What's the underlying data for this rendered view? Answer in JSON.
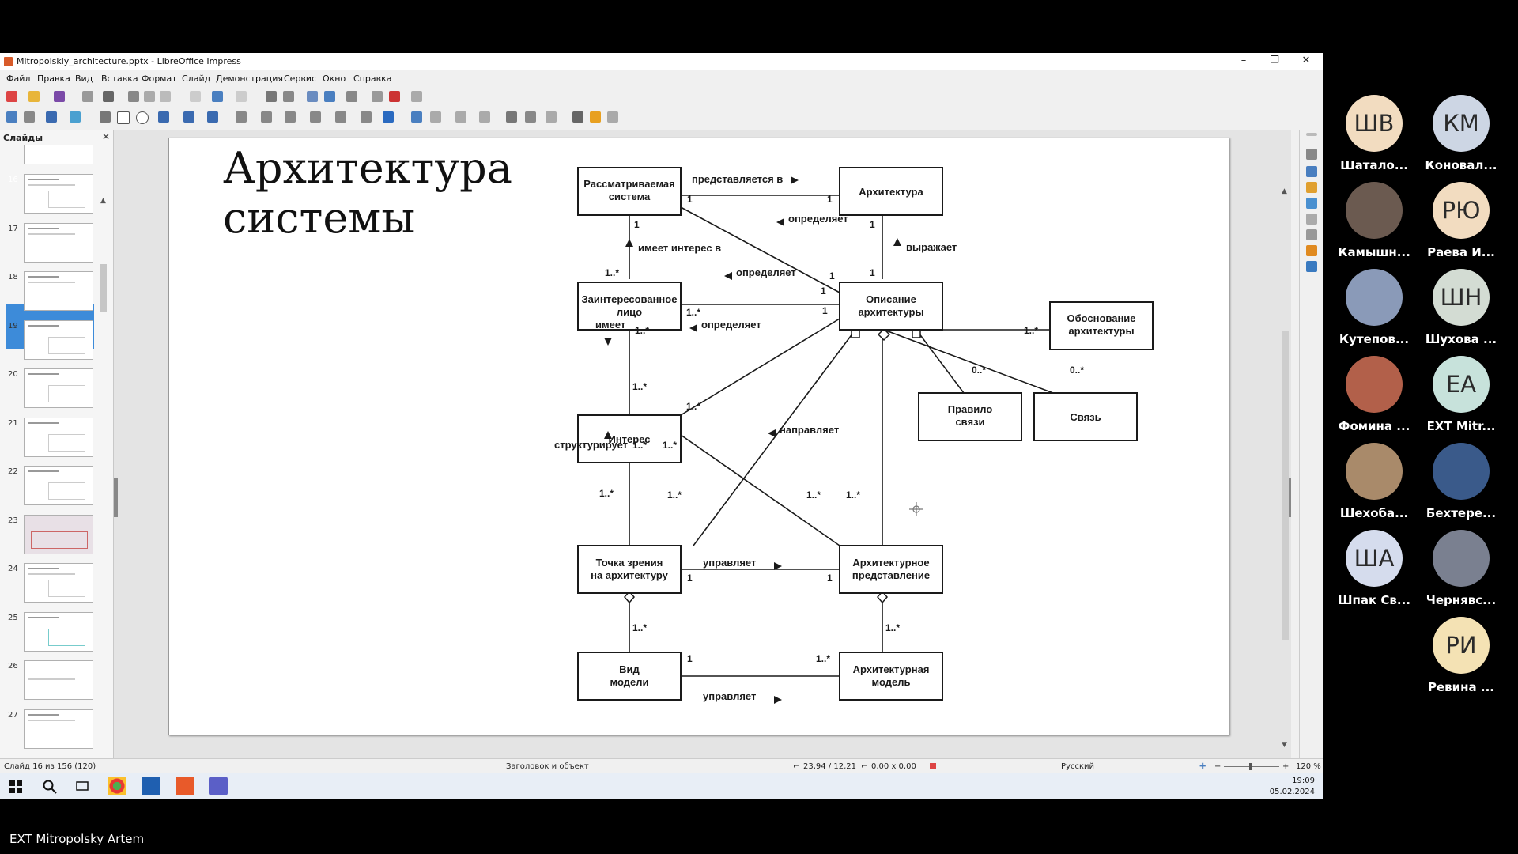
{
  "window": {
    "title": "Mitropolskiy_architecture.pptx - LibreOffice Impress",
    "controls": [
      "–",
      "❐",
      "✕"
    ]
  },
  "menu": [
    "Файл",
    "Правка",
    "Вид",
    "Вставка",
    "Формат",
    "Слайд",
    "Демонстрация",
    "Сервис",
    "Окно",
    "Справка"
  ],
  "slides_panel": {
    "header": "Слайды",
    "close": "✕",
    "numbers": [
      "16",
      "17",
      "18",
      "19",
      "20",
      "21",
      "22",
      "23",
      "24",
      "25",
      "26",
      "27"
    ],
    "selected": "16"
  },
  "slide": {
    "title_line1": "Архитектура",
    "title_line2": "системы"
  },
  "diagram": {
    "boxes": {
      "rs1": "Рассматриваемая",
      "rs2": "система",
      "arch": "Архитектура",
      "zl1": "Заинтересованное",
      "zl2": "лицо",
      "oa1": "Описание",
      "oa2": "архитектуры",
      "ob1": "Обоснование",
      "ob2": "архитектуры",
      "int": "Интерес",
      "ps1": "Правило",
      "ps2": "связи",
      "svyaz": "Связь",
      "tz1": "Точка зрения",
      "tz2": "на архитектуру",
      "ap1": "Архитектурное",
      "ap2": "представление",
      "vm1": "Вид",
      "vm2": "модели",
      "am1": "Архитектурная",
      "am2": "модель"
    },
    "labels": {
      "predstavlyaetsya": "представляется в",
      "opredelyaet": "определяет",
      "vyrazhaet": "выражает",
      "imeet_interes": "имеет интерес в",
      "imeet": "имеет",
      "strukturiruet": "структурирует",
      "napravlyaet": "направляет",
      "upravlyaet": "управляет"
    },
    "mult": {
      "one": "1",
      "many": "1..*",
      "zero_many": "0..*"
    }
  },
  "status": {
    "slide": "Слайд 16 из 156 (120)",
    "layout": "Заголовок и объект",
    "position": "23,94 / 12,21",
    "size": "0,00 x 0,00",
    "language": "Русский",
    "zoom": "120 %"
  },
  "clock": {
    "time": "19:09",
    "date": "05.02.2024"
  },
  "participants": [
    {
      "initials": "ШВ",
      "name": "Шатало...",
      "color": "#f2dcc0",
      "photo": false
    },
    {
      "initials": "КМ",
      "name": "Коновал...",
      "color": "#cdd6e4",
      "photo": false
    },
    {
      "initials": "",
      "name": "Камышн...",
      "color": "#6b5a50",
      "photo": true
    },
    {
      "initials": "РЮ",
      "name": "Раева И...",
      "color": "#f2dcc0",
      "photo": false
    },
    {
      "initials": "",
      "name": "Кутепов...",
      "color": "#8a9ab8",
      "photo": true
    },
    {
      "initials": "ШН",
      "name": "Шухова ...",
      "color": "#d3dcd3",
      "photo": false
    },
    {
      "initials": "",
      "name": "Фомина ...",
      "color": "#b2604a",
      "photo": true
    },
    {
      "initials": "ЕА",
      "name": "EXT Mitr...",
      "color": "#c7e2db",
      "photo": false
    },
    {
      "initials": "",
      "name": "Шехоба...",
      "color": "#a98a6a",
      "photo": true
    },
    {
      "initials": "",
      "name": "Бехтере...",
      "color": "#3a5a8a",
      "photo": true
    },
    {
      "initials": "ША",
      "name": "Шпак Св...",
      "color": "#d5dced",
      "photo": false
    },
    {
      "initials": "",
      "name": "Чернявс...",
      "color": "#7a8090",
      "photo": true
    },
    {
      "initials": "РИ",
      "name": "Ревина ...",
      "color": "#f4e2b4",
      "photo": false
    }
  ],
  "speaker": "EXT Mitropolsky Artem"
}
